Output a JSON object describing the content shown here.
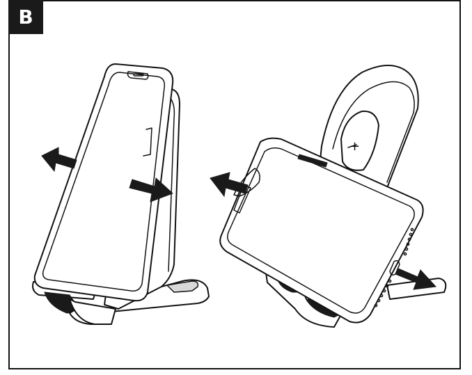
{
  "panel": {
    "label": "B",
    "label_bg_color": "#1a1a1a",
    "label_text_color": "#ffffff",
    "line_color": "#111111"
  },
  "illustrations": [
    {
      "name": "portrait-phone-on-stand",
      "arrow_directions": [
        "left",
        "right"
      ]
    },
    {
      "name": "landscape-phone-on-stand",
      "arrow_directions": [
        "left",
        "right"
      ]
    }
  ]
}
